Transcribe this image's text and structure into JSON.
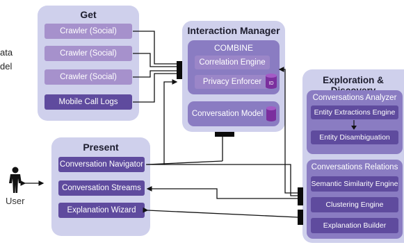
{
  "left_fragments": [
    "ata",
    "del"
  ],
  "user": {
    "label": "User"
  },
  "get": {
    "title": "Get",
    "items": [
      "Crawler (Social)",
      "Crawler (Social)",
      "Crawler (Social)",
      "Mobile Call Logs"
    ]
  },
  "interaction_manager": {
    "title": "Interaction Manager",
    "combine": {
      "title": "COMBINE",
      "items": [
        "Correlation Engine",
        "Privacy Enforcer"
      ],
      "id_badge": "ID"
    },
    "conversation_model": "Conversation Model"
  },
  "present": {
    "title": "Present",
    "items": [
      "Conversation Navigator",
      "Conversation Streams",
      "Explanation Wizard"
    ]
  },
  "exploration": {
    "title": "Exploration & Discovery",
    "analyzer": {
      "title": "Conversations Analyzer",
      "items": [
        "Entity Extractions Engine",
        "Entity Disambiguation"
      ]
    },
    "relations": {
      "title": "Conversations Relations",
      "items": [
        "Semantic Similarity Engine",
        "Clustering Engine",
        "Explanation Builder"
      ]
    }
  },
  "colors": {
    "panel": "#cfd0ec",
    "subpanel": "#8a7cc2",
    "box_light": "#a691cc",
    "box_dark": "#5f4b9e",
    "database": "#7b2f9e",
    "connector": "#0b0b0b"
  }
}
